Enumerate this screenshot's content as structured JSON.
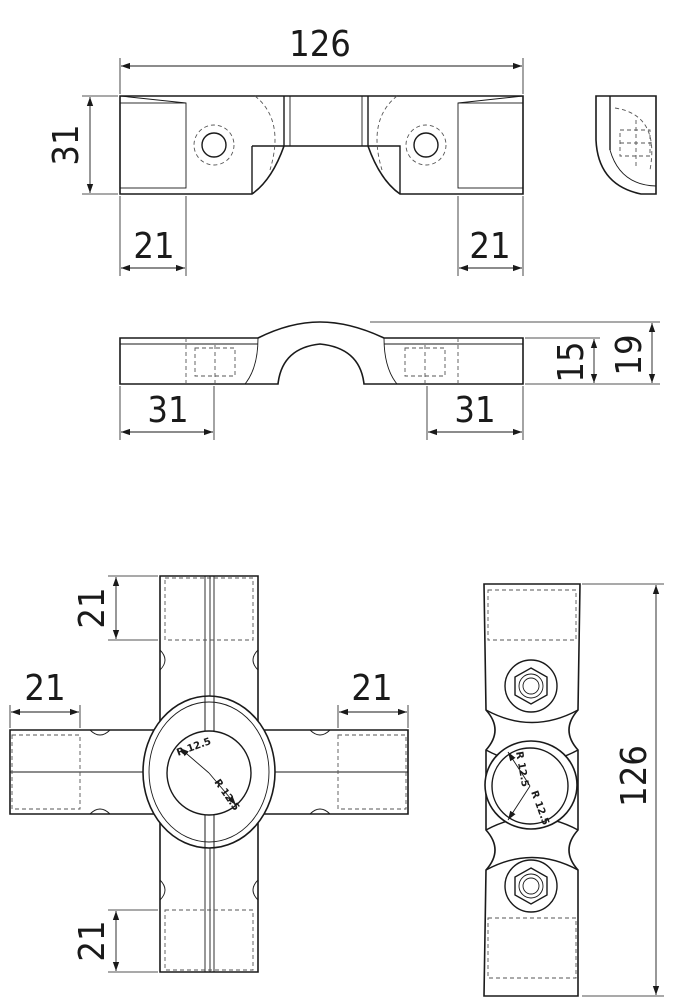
{
  "dimensions": {
    "top_length": "126",
    "top_height": "31",
    "top_left_width": "21",
    "top_right_width": "21",
    "front_left": "31",
    "front_right": "31",
    "front_h_inner": "15",
    "front_h_outer": "19",
    "cross_top": "21",
    "cross_left": "21",
    "cross_right": "21",
    "cross_bottom": "21",
    "side_length": "126"
  },
  "radii": {
    "cross_r1": "R 12.5",
    "cross_r2": "R 12.5",
    "side_r1": "R 12.5",
    "side_r2": "R 12.5"
  },
  "colors": {
    "line": "#1a1a1a",
    "hidden": "#555555",
    "background": "#ffffff"
  }
}
